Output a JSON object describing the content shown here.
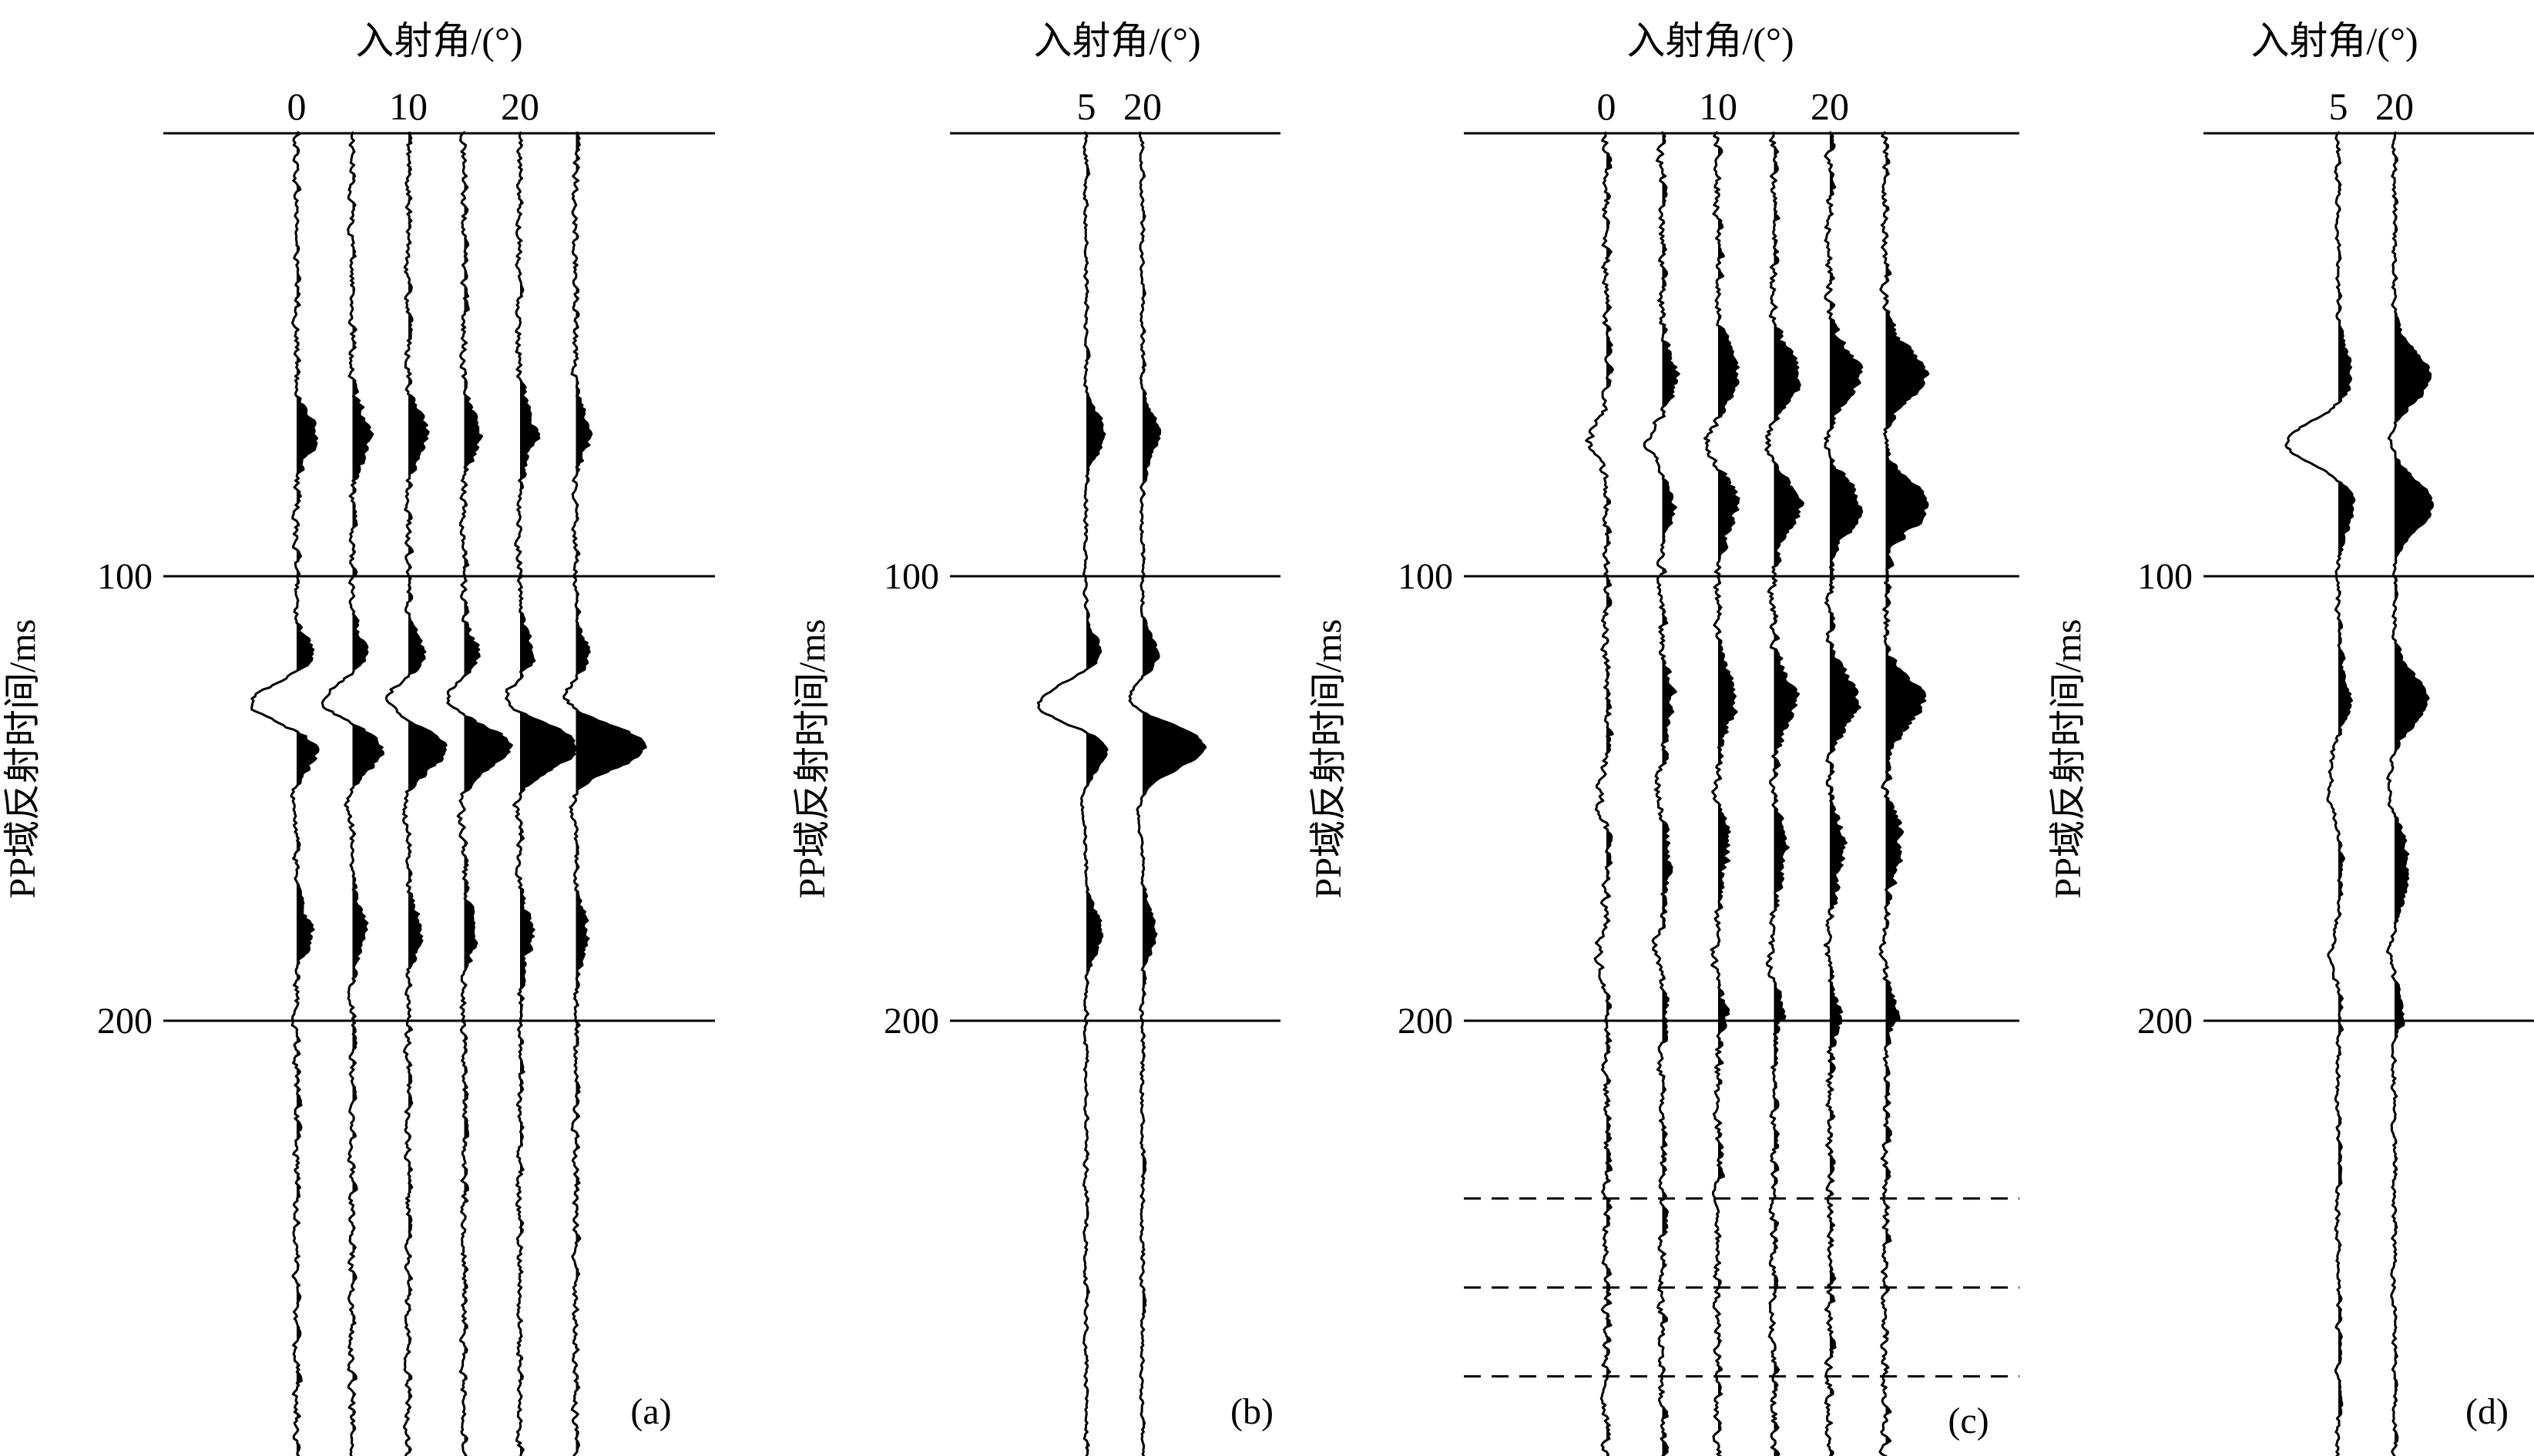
{
  "figure": {
    "background": "#ffffff",
    "ink": "#000000",
    "panels": [
      {
        "id": "a",
        "panel_label": "(a)",
        "x_title": "入射角/(°)",
        "x_tick_labels": [
          "0",
          "10",
          "20"
        ],
        "y_title": "PP域反射时间/ms",
        "y_tick_labels": [
          "100",
          "200"
        ]
      },
      {
        "id": "b",
        "panel_label": "(b)",
        "x_title": "入射角/(°)",
        "x_tick_labels": [
          "5",
          "20"
        ],
        "y_title": "PP域反射时间/ms",
        "y_tick_labels": [
          "100",
          "200"
        ]
      },
      {
        "id": "c",
        "panel_label": "(c)",
        "x_title": "入射角/(°)",
        "x_tick_labels": [
          "0",
          "10",
          "20"
        ],
        "y_title": "PP域反射时间/ms",
        "y_tick_labels": [
          "100",
          "200"
        ]
      },
      {
        "id": "d",
        "panel_label": "(d)",
        "x_title": "入射角/(°)",
        "x_tick_labels": [
          "5",
          "20"
        ],
        "y_title": "PP域反射时间/ms",
        "y_tick_labels": [
          "100",
          "200"
        ]
      }
    ]
  },
  "chart_data": [
    {
      "panel": "a",
      "type": "wiggle-trace seismic gather (variable area, positive fill black)",
      "x_unit": "incidence angle (°)",
      "y_unit": "PP reflection time (ms)",
      "y_reversed": true,
      "ylim": [
        0,
        295
      ],
      "y_ticks": [
        100,
        200
      ],
      "traces_angle_deg": [
        0,
        5,
        10,
        15,
        20,
        25
      ],
      "noise_amplitude": 0.1,
      "events": [
        {
          "t_ms": 68,
          "width_ms": 4.5,
          "amplitudes": [
            0.7,
            0.68,
            0.65,
            0.62,
            0.58,
            0.52
          ]
        },
        {
          "t_ms": 118,
          "width_ms": 4.0,
          "amplitudes": [
            0.6,
            0.58,
            0.55,
            0.52,
            0.5,
            0.48
          ]
        },
        {
          "t_ms": 129,
          "width_ms": 4.5,
          "amplitudes": [
            -1.85,
            -1.2,
            -0.95,
            -0.85,
            -0.8,
            -0.7
          ]
        },
        {
          "t_ms": 138,
          "width_ms": 5.0,
          "amplitudes": [
            0.9,
            1.2,
            1.5,
            1.8,
            2.2,
            2.6
          ]
        },
        {
          "t_ms": 150,
          "width_ms": 4.0,
          "amplitudes": [
            -0.2,
            -0.2,
            -0.2,
            -0.2,
            -0.2,
            -0.2
          ]
        },
        {
          "t_ms": 180,
          "width_ms": 4.5,
          "amplitudes": [
            0.52,
            0.5,
            0.48,
            0.46,
            0.45,
            0.42
          ]
        }
      ]
    },
    {
      "panel": "b",
      "type": "wiggle-trace seismic stack (variable area, positive fill black)",
      "x_unit": "incidence angle (°)",
      "y_unit": "PP reflection time (ms)",
      "y_reversed": true,
      "ylim": [
        0,
        295
      ],
      "y_ticks": [
        100,
        200
      ],
      "traces_angle_deg": [
        5,
        20
      ],
      "noise_amplitude": 0.06,
      "events": [
        {
          "t_ms": 68,
          "width_ms": 4.5,
          "amplitudes": [
            0.6,
            0.55
          ]
        },
        {
          "t_ms": 118,
          "width_ms": 4.0,
          "amplitudes": [
            0.55,
            0.5
          ]
        },
        {
          "t_ms": 129,
          "width_ms": 4.5,
          "amplitudes": [
            -1.8,
            -0.75
          ]
        },
        {
          "t_ms": 138,
          "width_ms": 5.0,
          "amplitudes": [
            0.85,
            2.2
          ]
        },
        {
          "t_ms": 150,
          "width_ms": 4.0,
          "amplitudes": [
            -0.2,
            -0.2
          ]
        },
        {
          "t_ms": 180,
          "width_ms": 4.5,
          "amplitudes": [
            0.5,
            0.45
          ]
        }
      ]
    },
    {
      "panel": "c",
      "type": "wiggle-trace seismic gather (variable area, positive fill black)",
      "x_unit": "incidence angle (°)",
      "y_unit": "PP reflection time (ms)",
      "y_reversed": true,
      "ylim": [
        0,
        295
      ],
      "y_ticks": [
        100,
        200
      ],
      "dashed_reference_times_ms": [
        240,
        260,
        280
      ],
      "traces_angle_deg": [
        0,
        5,
        10,
        15,
        20,
        25
      ],
      "noise_amplitude": 0.12,
      "events": [
        {
          "t_ms": 55,
          "width_ms": 5.5,
          "amplitudes": [
            0.05,
            0.45,
            0.7,
            0.9,
            1.1,
            1.4
          ]
        },
        {
          "t_ms": 70,
          "width_ms": 4.0,
          "amplitudes": [
            -0.6,
            -0.5,
            -0.4,
            -0.3,
            -0.2,
            -0.1
          ]
        },
        {
          "t_ms": 84,
          "width_ms": 5.5,
          "amplitudes": [
            0.05,
            0.45,
            0.7,
            0.9,
            1.1,
            1.4
          ]
        },
        {
          "t_ms": 128,
          "width_ms": 5.5,
          "amplitudes": [
            0.05,
            0.4,
            0.6,
            0.8,
            1.0,
            1.3
          ]
        },
        {
          "t_ms": 150,
          "width_ms": 4.0,
          "amplitudes": [
            -0.3,
            -0.25,
            -0.2,
            -0.15,
            -0.1,
            -0.1
          ]
        },
        {
          "t_ms": 160,
          "width_ms": 7.0,
          "amplitudes": [
            0.05,
            0.25,
            0.35,
            0.45,
            0.5,
            0.55
          ]
        },
        {
          "t_ms": 185,
          "width_ms": 4.0,
          "amplitudes": [
            -0.3,
            -0.25,
            -0.2,
            -0.15,
            -0.1,
            -0.1
          ]
        },
        {
          "t_ms": 198,
          "width_ms": 3.5,
          "amplitudes": [
            0.05,
            0.2,
            0.25,
            0.3,
            0.35,
            0.4
          ]
        }
      ]
    },
    {
      "panel": "d",
      "type": "wiggle-trace seismic stack (variable area, positive fill black)",
      "x_unit": "incidence angle (°)",
      "y_unit": "PP reflection time (ms)",
      "y_reversed": true,
      "ylim": [
        0,
        295
      ],
      "y_ticks": [
        100,
        200
      ],
      "traces_angle_deg": [
        5,
        20
      ],
      "noise_amplitude": 0.07,
      "events": [
        {
          "t_ms": 55,
          "width_ms": 5.5,
          "amplitudes": [
            0.45,
            1.2
          ]
        },
        {
          "t_ms": 70,
          "width_ms": 4.5,
          "amplitudes": [
            -1.8,
            -0.2
          ]
        },
        {
          "t_ms": 84,
          "width_ms": 5.5,
          "amplitudes": [
            0.5,
            1.3
          ]
        },
        {
          "t_ms": 128,
          "width_ms": 5.5,
          "amplitudes": [
            0.4,
            1.1
          ]
        },
        {
          "t_ms": 140,
          "width_ms": 4.0,
          "amplitudes": [
            -0.25,
            -0.1
          ]
        },
        {
          "t_ms": 150,
          "width_ms": 4.0,
          "amplitudes": [
            -0.3,
            -0.2
          ]
        },
        {
          "t_ms": 165,
          "width_ms": 7.0,
          "amplitudes": [
            0.1,
            0.45
          ]
        },
        {
          "t_ms": 185,
          "width_ms": 4.0,
          "amplitudes": [
            -0.25,
            -0.15
          ]
        },
        {
          "t_ms": 198,
          "width_ms": 3.5,
          "amplitudes": [
            0.1,
            0.3
          ]
        }
      ]
    }
  ]
}
